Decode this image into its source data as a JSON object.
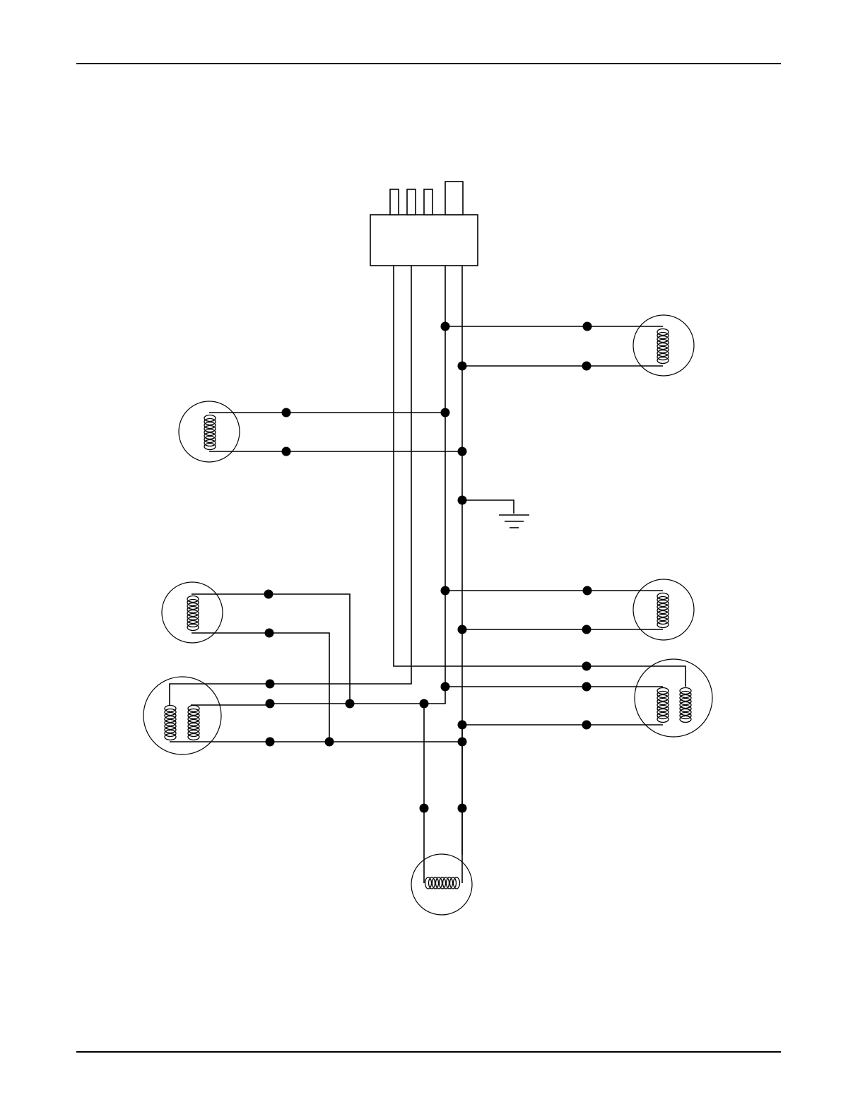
{
  "page": {
    "background": "#ffffff",
    "ink": "#000000"
  },
  "diagram": {
    "connector": {
      "pins": 4
    },
    "components": [
      {
        "id": "coil-top-right",
        "kind": "coil-vertical"
      },
      {
        "id": "coil-left",
        "kind": "coil-vertical"
      },
      {
        "id": "coil-mid-left",
        "kind": "coil-vertical"
      },
      {
        "id": "coil-mid-right",
        "kind": "coil-vertical"
      },
      {
        "id": "double-coil-left",
        "kind": "double-coil"
      },
      {
        "id": "double-coil-right",
        "kind": "double-coil"
      },
      {
        "id": "coil-bottom",
        "kind": "coil-horizontal"
      }
    ],
    "ground_symbol": "ground-icon"
  }
}
